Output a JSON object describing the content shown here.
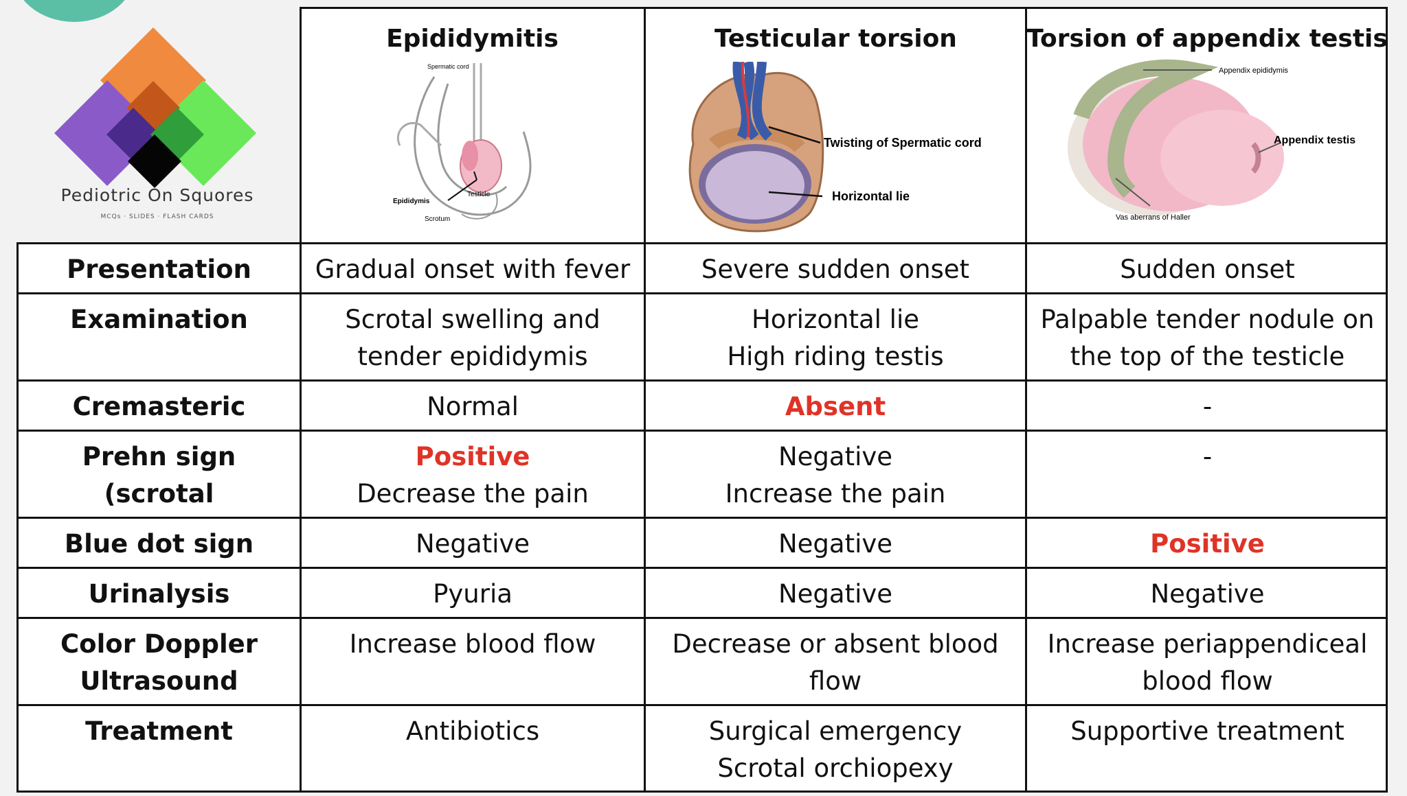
{
  "logo": {
    "title": "Pediotric On Squores",
    "subtitle": "MCQs · SLIDES · FLASH CARDS"
  },
  "columns": [
    "Epididymitis",
    "Testicular torsion",
    "Torsion of appendix testis"
  ],
  "diagrams": {
    "epididymitis": {
      "spermatic_cord": "Spermatic cord",
      "testicle": "Testicle",
      "epididymis": "Epididymis",
      "scrotum": "Scrotum"
    },
    "torsion": {
      "twisting": "Twisting of Spermatic cord",
      "horizontal": "Horizontal lie"
    },
    "appendix": {
      "appendix_epididymis": "Appendix epididymis",
      "appendix_testis": "Appendix testis",
      "vas_aberrans": "Vas aberrans of Haller"
    }
  },
  "rows": [
    {
      "label": "Presentation",
      "cells": [
        "Gradual onset with fever",
        "Severe sudden onset",
        "Sudden onset"
      ]
    },
    {
      "label": "Examination",
      "cells": [
        "Scrotal swelling and tender epididymis",
        "Horizontal lie\nHigh riding testis",
        "Palpable tender nodule on the top of the testicle"
      ]
    },
    {
      "label": "Cremasteric reflex",
      "cells": [
        "Normal",
        "Absent",
        "-"
      ]
    },
    {
      "label": "Prehn sign (scrotal elevation)",
      "cells": [
        "Positive\nDecrease the pain",
        "Negative\nIncrease the pain",
        "-"
      ]
    },
    {
      "label": "Blue dot sign",
      "cells": [
        "Negative",
        "Negative",
        "Positive"
      ]
    },
    {
      "label": "Urinalysis",
      "cells": [
        "Pyuria",
        "Negative",
        "Negative"
      ]
    },
    {
      "label": "Color Doppler Ultrasound",
      "cells": [
        "Increase blood flow",
        "Decrease or absent blood flow",
        "Increase periappendiceal blood flow"
      ]
    },
    {
      "label": "Treatment",
      "cells": [
        "Antibiotics",
        "Surgical emergency\nScrotal orchiopexy",
        "Supportive treatment"
      ]
    }
  ],
  "highlight_color": "#e03327"
}
